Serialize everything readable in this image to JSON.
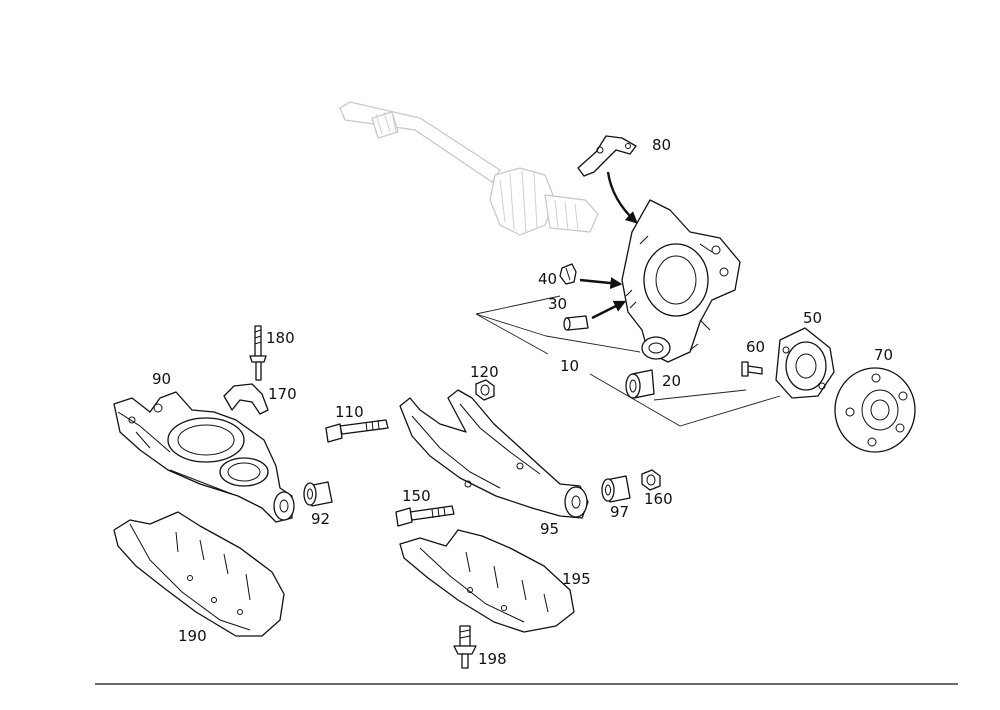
{
  "diagram": {
    "type": "exploded-parts-view",
    "callouts": {
      "c10": "10",
      "c20": "20",
      "c30": "30",
      "c40": "40",
      "c50": "50",
      "c60": "60",
      "c70": "70",
      "c80": "80",
      "c90": "90",
      "c92": "92",
      "c95": "95",
      "c97": "97",
      "c110": "110",
      "c120": "120",
      "c150": "150",
      "c160": "160",
      "c170": "170",
      "c180": "180",
      "c190": "190",
      "c195": "195",
      "c198": "198"
    }
  }
}
